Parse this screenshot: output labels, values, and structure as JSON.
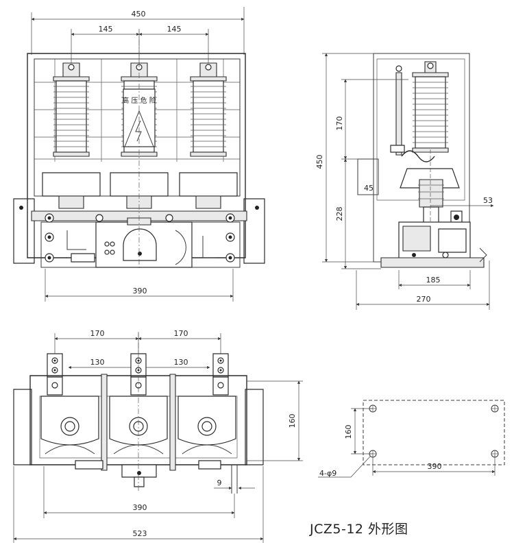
{
  "title": "JCZ5-12 外形图",
  "front_view": {
    "dims": {
      "overall_width": "450",
      "pitch_left": "145",
      "pitch_right": "145",
      "mount_width": "390"
    },
    "label_text": "高  压  危  险"
  },
  "side_view": {
    "dims": {
      "height": "450",
      "upper": "170",
      "lower": "228",
      "offset": "45",
      "right_offset": "53",
      "base_inner": "185",
      "base_outer": "270"
    }
  },
  "top_view": {
    "dims": {
      "pitch_outer_left": "170",
      "pitch_outer_right": "170",
      "pitch_inner_left": "130",
      "pitch_inner_right": "130",
      "depth": "160",
      "slot": "9",
      "mount_width": "390",
      "overall_width": "523"
    }
  },
  "mounting_view": {
    "dims": {
      "depth": "160",
      "width": "390",
      "holes": "4-φ9"
    }
  }
}
